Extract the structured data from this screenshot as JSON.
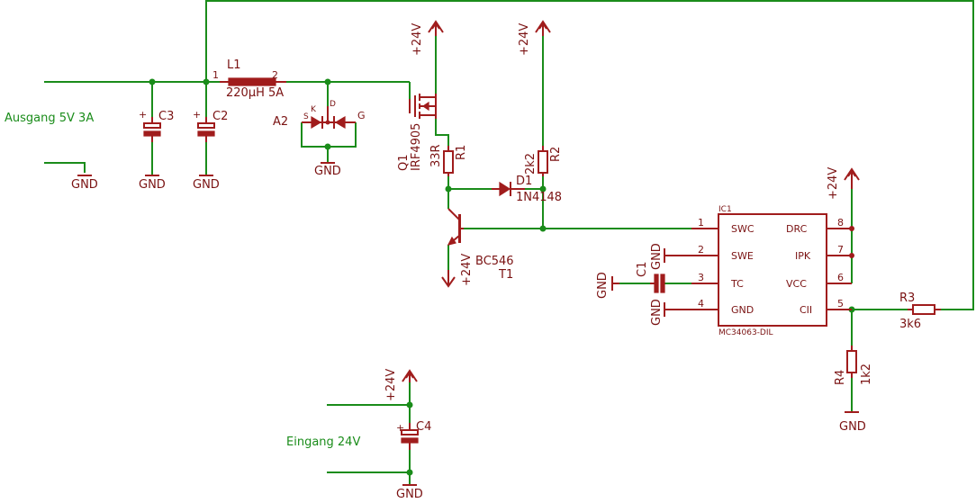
{
  "colors": {
    "wire": "#1a8c1a",
    "part": "#a01c1c",
    "text": "#7a1212",
    "background": "#ffffff"
  },
  "nets": {
    "output": "Ausgang 5V 3A",
    "input": "Eingang 24V",
    "gnd": "GND",
    "supply": "+24V"
  },
  "parts": {
    "L1": {
      "name": "L1",
      "value": "220µH 5A",
      "pin1": "1",
      "pin2": "2"
    },
    "C2": {
      "name": "C2"
    },
    "C3": {
      "name": "C3"
    },
    "C1": {
      "name": "C1"
    },
    "C4": {
      "name": "C4"
    },
    "A2": {
      "name": "A2",
      "pin_s": "S",
      "pin_k": "K",
      "pin_d": "D",
      "pin_g": "G"
    },
    "Q1": {
      "name": "Q1",
      "value": "IRF4905"
    },
    "R1": {
      "name": "R1",
      "value": "33R"
    },
    "R2": {
      "name": "R2",
      "value": "2k2"
    },
    "R3": {
      "name": "R3",
      "value": "3k6"
    },
    "R4": {
      "name": "R4",
      "value": "1k2"
    },
    "D1": {
      "name": "D1",
      "value": "1N4148"
    },
    "T1": {
      "name": "T1",
      "value": "BC546"
    },
    "IC1": {
      "name": "IC1",
      "value": "MC34063-DIL",
      "pins_left": [
        {
          "num": "1",
          "label": "SWC"
        },
        {
          "num": "2",
          "label": "SWE"
        },
        {
          "num": "3",
          "label": "TC"
        },
        {
          "num": "4",
          "label": "GND"
        }
      ],
      "pins_right": [
        {
          "num": "8",
          "label": "DRC"
        },
        {
          "num": "7",
          "label": "IPK"
        },
        {
          "num": "6",
          "label": "VCC"
        },
        {
          "num": "5",
          "label": "CII"
        }
      ]
    }
  }
}
